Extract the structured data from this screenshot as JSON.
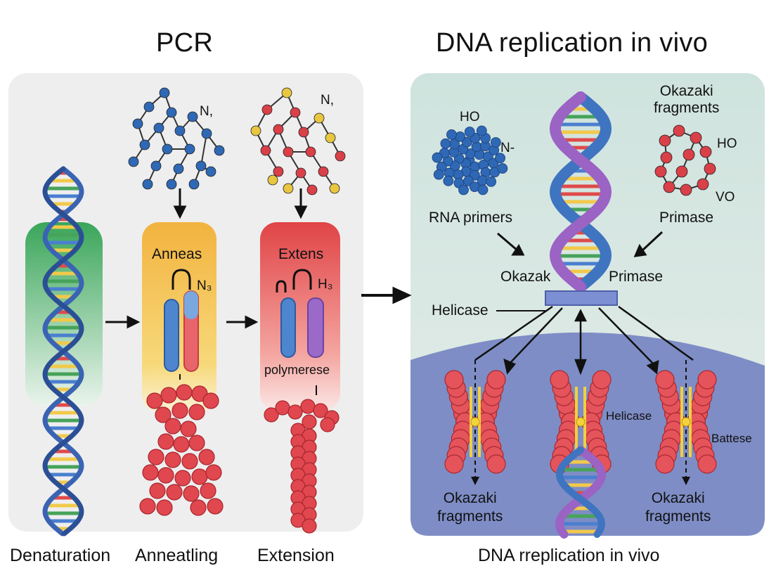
{
  "titles": {
    "left": "PCR",
    "right": "DNA replication in vivo"
  },
  "pcr": {
    "molecule_label_1": "N,",
    "molecule_label_2": "N,",
    "anneal_box_title": "Anneas",
    "anneal_box_tag": "N₃",
    "extend_box_title": "Extens",
    "extend_box_tag": "H₃",
    "extend_box_sub": "polymerese",
    "steps": [
      "Denaturation",
      "Anneatling",
      "Extension"
    ]
  },
  "invivo": {
    "ho_left": "HO",
    "n_left": "N-",
    "okazaki_top": "Okazaki\nfragments",
    "ho_right": "HO",
    "vo_right": "VO",
    "rna_primers": "RNA primers",
    "primase_top": "Primase",
    "okazak": "Okazak",
    "primase_mid": "Primase",
    "helicase_left": "Helicase",
    "helicase_mid": "Helicase",
    "battese": "Battese",
    "okazaki_left": "Okazaki\nfragments",
    "okazaki_right": "Okazaki\nfragments",
    "bottom_label": "DNA rreplication in vivo"
  },
  "colors": {
    "panel_left": "#eeeeef",
    "panel_right_top": "#d7e7e3",
    "panel_right_bottom": "#7d8cc4",
    "dna_blue": "#3a64b3",
    "dna_purple": "#9a63c4",
    "bead_red": "#d94048",
    "bead_blue": "#2f68b5",
    "bead_yellow": "#e8c640",
    "anneal_box": "#f2c04a",
    "extend_box": "#e2494a",
    "denature_band": "#3aa65a"
  }
}
